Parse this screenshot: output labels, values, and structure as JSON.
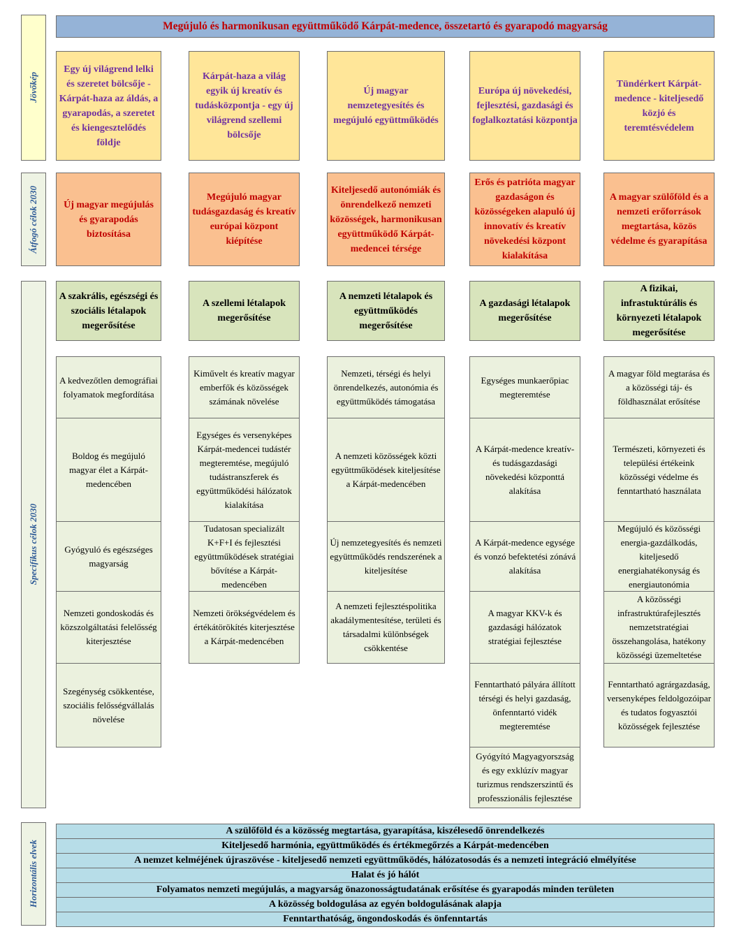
{
  "row_labels": {
    "vision": "Jövőkép",
    "overarching": "Átfogó célok 2030",
    "specific": "Specifikus célok 2030",
    "horizontal": "Horizontális elvek"
  },
  "title": "Megújuló és harmonikusan együttműködő Kárpát-medence, összetartó és gyarapodó magyarság",
  "vision": [
    "Egy új világrend lelki és szeretet bölcsője - Kárpát-haza az áldás, a gyarapodás, a szeretet és kiengesztelődés földje",
    "Kárpát-haza a világ egyik új kreatív és tudásközpontja - egy új világrend szellemi bölcsője",
    "Új magyar nemzetegyesítés és megújuló együttműködés",
    "Európa új növekedési, fejlesztési, gazdasági és foglalkoztatási központja",
    "Tündérkert Kárpát-medence - kiteljesedő közjó és teremtésvédelem"
  ],
  "goals": [
    "Új magyar megújulás és gyarapodás biztosítása",
    "Megújuló magyar tudásgazdaság és kreatív európai központ kiépítése",
    "Kiteljesedő autonómiák és önrendelkező nemzeti közösségek, harmonikusan együttműködő Kárpát-medencei térsége",
    "Erős és patrióta magyar gazdaságon és közösségeken alapuló új innovatív és kreatív növekedési központ kialakítása",
    "A magyar szülőföld és a nemzeti erőforrások megtartása, közös védelme és gyarapítása"
  ],
  "pillars": [
    "A szakrális, egészségi és szociális létalapok megerősítése",
    "A szellemi létalapok megerősítése",
    "A nemzeti létalapok és együttműködés megerősítése",
    "A gazdasági létalapok megerősítése",
    "A fizikai, infrastuktúrális és környezeti létalapok megerősítése"
  ],
  "specific": [
    [
      "A kedvezőtlen demográfiai folyamatok megfordítása",
      "Boldog és megújuló magyar élet a Kárpát-medencében",
      "Gyógyuló és egészséges magyarság",
      "Nemzeti gondoskodás és közszolgáltatási felelősség kiterjesztése",
      "Szegénység csökkentése, szociális felősségvállalás növelése"
    ],
    [
      "Kiművelt és kreatív magyar emberfők és közösségek számának növelése",
      "Egységes és versenyképes Kárpát-medencei tudástér megteremtése, megújuló tudástranszferek és együttműködési hálózatok kialakítása",
      "Tudatosan specializált K+F+I és fejlesztési együttműködések stratégiai bővítése a Kárpát-medencében",
      "Nemzeti örökségvédelem és értékátörökítés kiterjesztése a Kárpát-medencében"
    ],
    [
      "Nemzeti, térségi és helyi önrendelkezés, autonómia és együttműködés támogatása",
      "A nemzeti közösségek közti együttműködések kiteljesítése a Kárpát-medencében",
      "Új nemzetegyesítés és nemzeti együttműködés rendszerének a kiteljesítése",
      "A nemzeti fejlesztéspolitika akadálymentesítése, területi és társadalmi különbségek csökkentése"
    ],
    [
      "Egységes munkaerőpiac megteremtése",
      "A Kárpát-medence kreatív- és tudásgazdasági növekedési központtá alakítása",
      "A Kárpát-medence egysége és vonzó befektetési zónává alakítása",
      "A magyar KKV-k és gazdasági hálózatok stratégiai fejlesztése",
      "Fenntartható pályára állított térségi és helyi gazdaság, önfenntartó vidék megteremtése",
      "Gyógyító Magyagyorszság és egy exklúzív magyar turizmus rendszerszintű és professzionális fejlesztése"
    ],
    [
      "A magyar föld megtarása és a közösségi táj- és földhasználat erősítése",
      "Természeti, környezeti és települési értékeink közösségi védelme és fenntartható használata",
      "Megújuló és közösségi energia-gazdálkodás, kiteljesedő energiahatékonyság és energiautonómia",
      "A közösségi infrastruktúrafejlesztés nemzetstratégiai összehangolása, hatékony közösségi üzemeltetése",
      "Fenntartható agrárgazdaság, versenyképes feldolgozóipar és tudatos fogyasztói közösségek fejlesztése"
    ]
  ],
  "horizontal": [
    "A szülőföld és a közösség megtartása, gyarapítása, kiszélesedő önrendelkezés",
    "Kiteljesedő harmónia, együttműködés és értékmegőrzés a Kárpát-medencében",
    "A nemzet kelméjének újraszövése - kiteljesedő nemzeti együttműködés, hálózatosodás és a nemzeti integráció elmélyítése",
    "Halat és jó hálót",
    "Folyamatos nemzeti megújulás, a magyarság önazonosságtudatának erősítése és gyarapodás minden területen",
    "A közösség boldogulása az egyén boldogulásának alapja",
    "Fenntarthatóság, öngondoskodás és önfenntartás"
  ]
}
